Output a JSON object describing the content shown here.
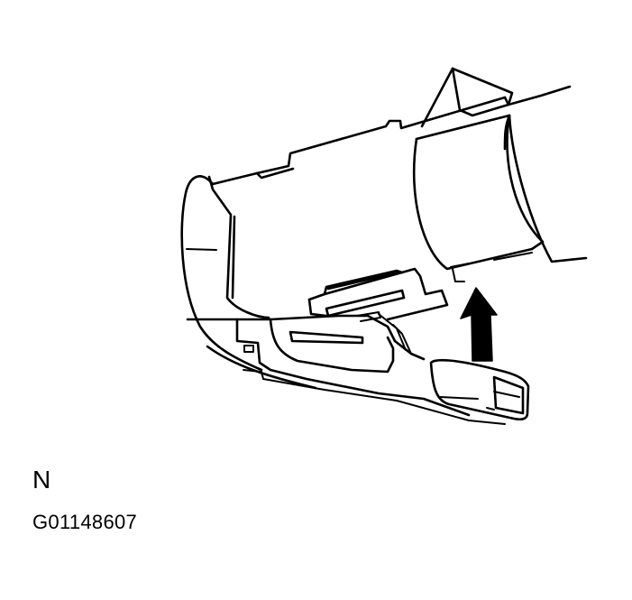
{
  "figure": {
    "view_label": "N",
    "figure_code": "G01148607",
    "description": "Steering column lower trim cover removal — arrow indicates upward direction",
    "icons": {
      "direction_arrow": "arrow-up-icon"
    },
    "colors": {
      "line": "#000000",
      "background": "#ffffff"
    }
  }
}
